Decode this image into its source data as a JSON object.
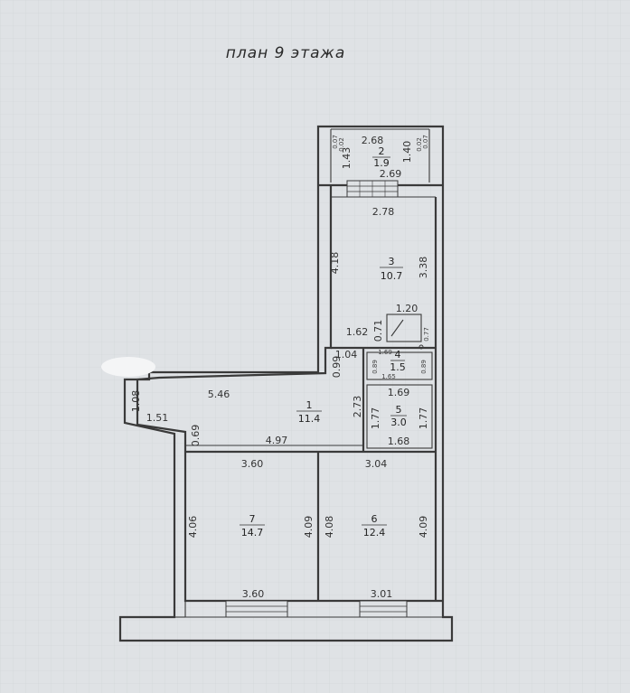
{
  "title": "план 9 этажа",
  "rooms": {
    "r1": {
      "num": "1",
      "area": "11.4"
    },
    "r2": {
      "num": "2",
      "area": "1.9"
    },
    "r3": {
      "num": "3",
      "area": "10.7"
    },
    "r4": {
      "num": "4",
      "area": "1.5"
    },
    "r5": {
      "num": "5",
      "area": "3.0"
    },
    "r6": {
      "num": "6",
      "area": "12.4"
    },
    "r7": {
      "num": "7",
      "area": "14.7"
    }
  },
  "dims": {
    "d268": "2.68",
    "d143": "1.43",
    "d140": "1.40",
    "d269": "2.69",
    "d007a": "0.07",
    "d007b": "0.07",
    "d002a": "0.02",
    "d002b": "0.02",
    "d278": "2.78",
    "d418": "4.18",
    "d338": "3.38",
    "d120": "1.20",
    "d162": "1.62",
    "d071": "0.71",
    "d077": "0.77",
    "d104": "1.04",
    "d099": "0.99",
    "d169s": "1.69",
    "d089": "0.89",
    "d165": "1.65",
    "d089b": "0.89",
    "d169": "1.69",
    "d177a": "1.77",
    "d177b": "1.77",
    "d168": "1.68",
    "d546": "5.46",
    "d108": "1.08",
    "d151": "1.51",
    "d069": "0.69",
    "d497": "4.97",
    "d273": "2.73",
    "d360t": "3.60",
    "d304": "3.04",
    "d406": "4.06",
    "d409a": "4.09",
    "d408": "4.08",
    "d409b": "4.09",
    "d360b": "3.60",
    "d301": "3.01"
  }
}
